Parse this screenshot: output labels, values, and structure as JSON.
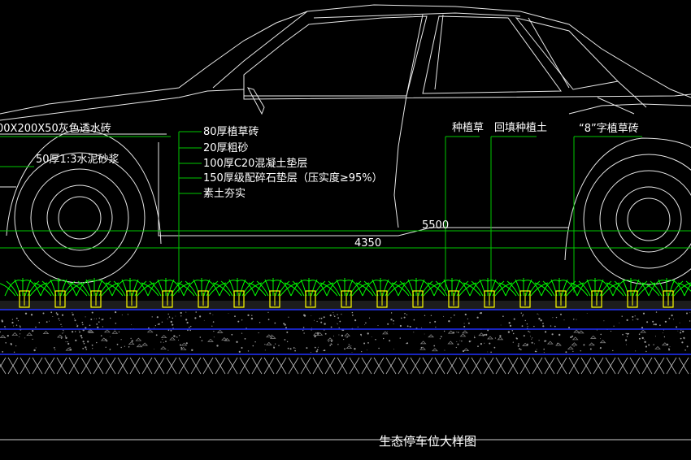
{
  "drawing": {
    "title": "生态停车位大样图",
    "labels_left": {
      "paver": "00X200X50灰色透水砖",
      "mortar": "50厚1:3水泥砂浆"
    },
    "layers": [
      "80厚植草砖",
      "20厚粗砂",
      "100厚C20混凝土垫层",
      "150厚级配碎石垫层（压实度≥95%）",
      "素土夯实"
    ],
    "labels_right": {
      "grass": "种植草",
      "soil": "回填种植土",
      "brick": "“8”字植草砖"
    },
    "dimensions": {
      "total": "5500",
      "inner": "4350"
    },
    "colors": {
      "background": "#000000",
      "linework": "#ffffff",
      "leader": "#00c800",
      "grass": "#00ff00",
      "brick": "#ffff00",
      "layer_line": "#2030ff",
      "hatch": "#bcbcbc"
    }
  }
}
